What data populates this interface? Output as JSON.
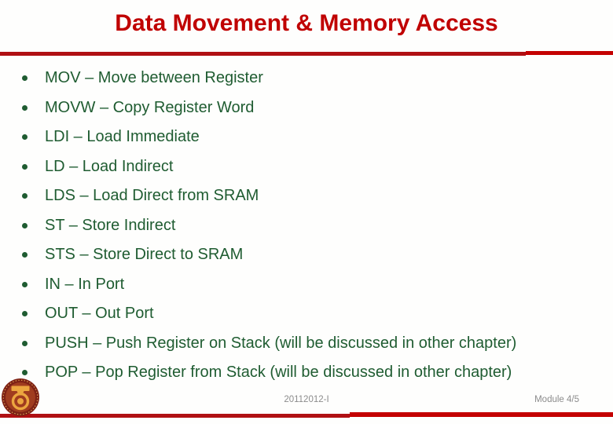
{
  "slide": {
    "title": "Data Movement & Memory Access",
    "bullets": [
      "MOV – Move between Register",
      "MOVW – Copy Register Word",
      "LDI – Load Immediate",
      "LD – Load Indirect",
      "LDS – Load Direct from SRAM",
      "ST – Store Indirect",
      "STS – Store Direct to SRAM",
      "IN – In Port",
      "OUT – Out Port",
      "PUSH – Push Register on Stack (will be discussed in other chapter)",
      "POP – Pop Register from Stack (will be discussed in other chapter)"
    ],
    "footer": {
      "date_code": "20112012-I",
      "module": "Module 4/5"
    },
    "colors": {
      "title_red": "#c00000",
      "rule_red_dark": "#b01013",
      "rule_red_bright": "#c40001",
      "bullet_green": "#1f5c31",
      "footer_gray": "#8c8c8c",
      "logo_maroon": "#7e2115",
      "logo_brick": "#a03c1f",
      "logo_gold": "#eca63f"
    },
    "logo_name": "university-emblem"
  }
}
